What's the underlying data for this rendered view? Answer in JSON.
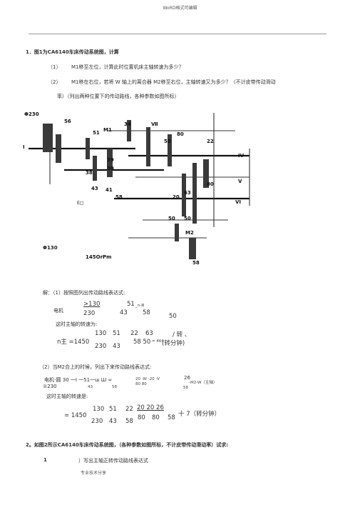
{
  "header": {
    "title": "WoRD格式可编辑"
  },
  "q1": {
    "title": "1．图1为CA6140车床传动系统图，计算",
    "sub1_num": "（1）",
    "sub1_text": "M1移至左位，计算此时位置机床主轴转速为多少？",
    "sub2_num": "（2）",
    "sub2_text": "M1移在右位，若将 W 轴上的离合器 M2移至右位，主轴转速又为多少？（不计皮带传动滑动",
    "sub2_cont": "率）（列出两种位置下的传动路线，各种参数如图所标）"
  },
  "diagram": {
    "labels": {
      "phi230": "Φ230",
      "I": "I",
      "56": "56",
      "51": "51",
      "M1": "M1",
      "34": "34",
      "VII": "Ⅶ",
      "80a": "80",
      "50a": "50",
      "22": "22",
      "39": "39",
      "30": "30",
      "38": "38",
      "43": "43",
      "41": "41",
      "58": "58",
      "20": "20",
      "IV": "IV",
      "V": "V",
      "63": "63",
      "50b": "50",
      "50c": "50",
      "80b": "80",
      "VI": "VI",
      "M2": "M2",
      "58b": "58",
      "E": "E□",
      "speed": "145OrPm",
      "phi130": "Φ130"
    }
  },
  "solution": {
    "intro": "解：（1）按照图列出传动路线表达式:",
    "motor": "电机",
    "f_130": ">130",
    "f_230": "230",
    "f_51": "51",
    "f_arrow": "_n-Ⅲ",
    "f_43": "43",
    "f_58": "58",
    "f_50": "50",
    "speed_intro": "这时主轴的转速为:",
    "n_label": "n主 =1450",
    "n_130": "130",
    "n_51": "51",
    "n_22": "22",
    "n_63": "63",
    "n_unit1": "/  转   、",
    "n_230": "230",
    "n_43": "43",
    "n_5850": "58 50",
    "n_eq": "= 464",
    "n_unit2": "(转分钟)",
    "p2_intro": "（2）当M2合上的时候，列出下来传动路线表达式:",
    "p2_chain": "电机-圆 30 一Ⅰ 一51一ш  Ш     ∞",
    "p2_frac": "20 -W -20 -V",
    "p2_frac_d": "80 80",
    "p2_26": "26",
    "p2_end": "-M2-W（主轴）",
    "p2_230": "①230",
    "p2_43": "43",
    "p2_58": "58",
    "p2_58b": "58",
    "p2_speed": "这时主轴的转速是:",
    "s_eq": "= 1450",
    "s_130": "130",
    "s_51": "51",
    "s_22": "22",
    "s_top": "20 20 26",
    "s_230": "230",
    "s_43": "43",
    "s_58": "58",
    "s_80a": "80",
    "s_80b": "80",
    "s_58b": "58",
    "s_res": "十 7（转分钟）"
  },
  "q2": {
    "title": "2。如图2所示CA6140车床传动系统图，（各种参数如图所标，不计皮带传动滑动率）试求:",
    "item_num": "1",
    "item_text": "）写出主轴正转传动路线表达式"
  },
  "footer": {
    "text": "专业技术分享"
  }
}
